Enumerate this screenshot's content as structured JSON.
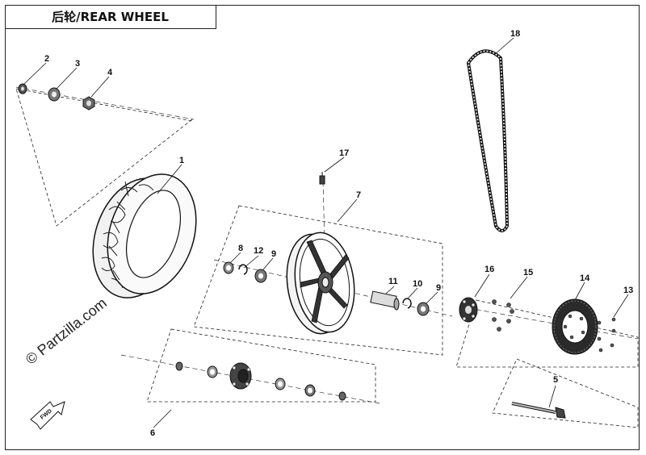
{
  "title": "后轮/REAR WHEEL",
  "watermark": "© Partzilla.com",
  "fwd_label": "FWD",
  "callouts": {
    "c1": "1",
    "c2": "2",
    "c3": "3",
    "c4": "4",
    "c5": "5",
    "c6": "6",
    "c7": "7",
    "c8": "8",
    "c9a": "9",
    "c9b": "9",
    "c10": "10",
    "c11": "11",
    "c12": "12",
    "c13": "13",
    "c14": "14",
    "c15": "15",
    "c16": "16",
    "c17": "17",
    "c18": "18"
  }
}
